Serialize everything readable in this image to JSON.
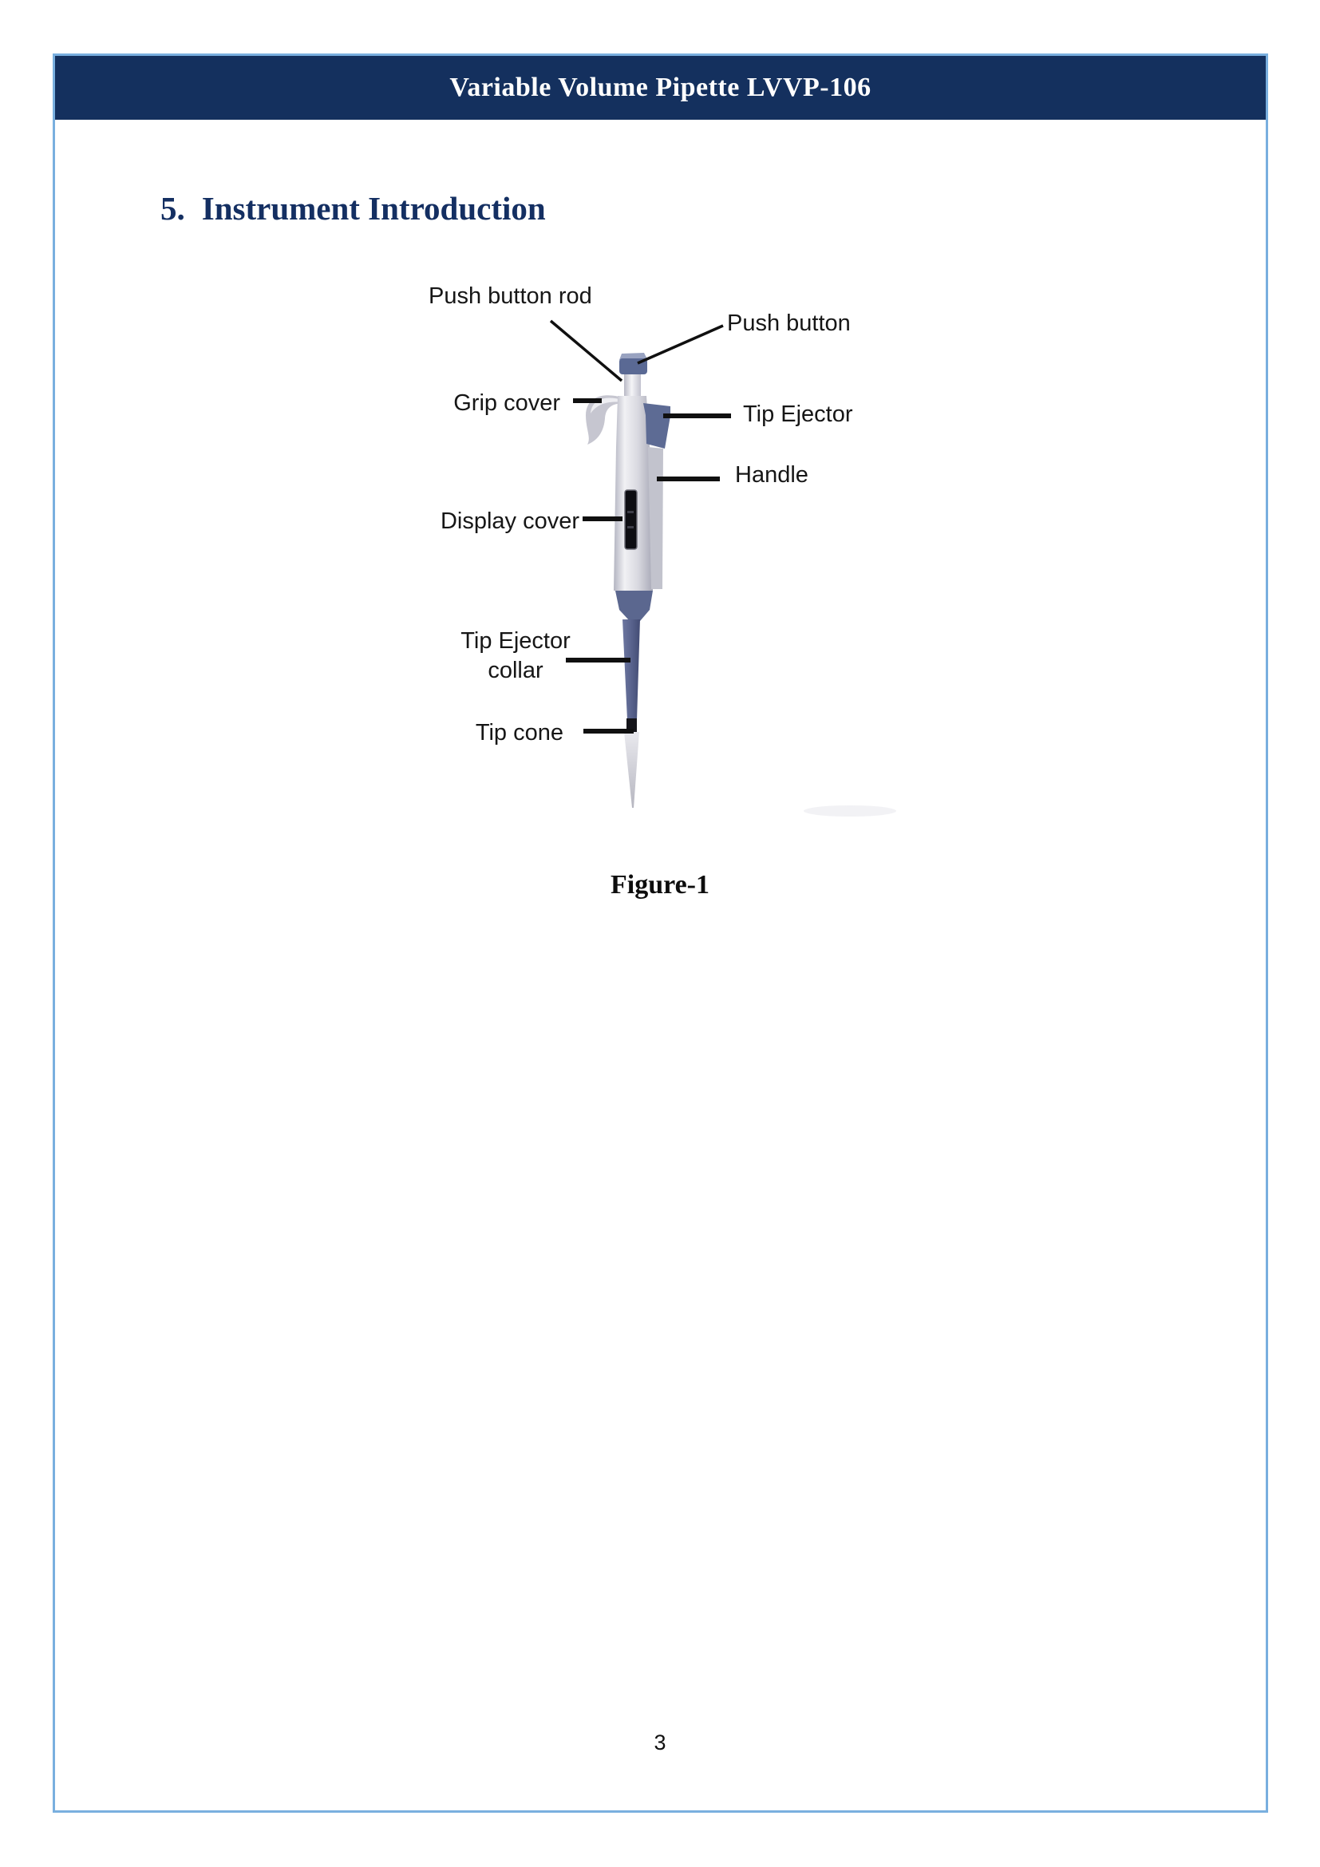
{
  "header": {
    "title": "Variable Volume Pipette LVVP-106"
  },
  "section": {
    "number": "5.",
    "title": "Instrument Introduction"
  },
  "figure": {
    "caption": "Figure-1",
    "labels": {
      "push_button_rod": "Push button rod",
      "push_button": "Push button",
      "grip_cover": "Grip cover",
      "tip_ejector": "Tip Ejector",
      "handle": "Handle",
      "display_cover": "Display cover",
      "tip_ejector_collar_line1": "Tip Ejector",
      "tip_ejector_collar_line2": "collar",
      "tip_cone": "Tip cone"
    }
  },
  "footer": {
    "page_number": "3"
  },
  "colors": {
    "header_bg": "#14305e",
    "heading_text": "#142f62",
    "page_border": "#79afdf",
    "label_text": "#161616",
    "pipette_navy": "#5d6b94",
    "pipette_gray": "#d6d6dd",
    "display_window": "#0d0d12"
  }
}
